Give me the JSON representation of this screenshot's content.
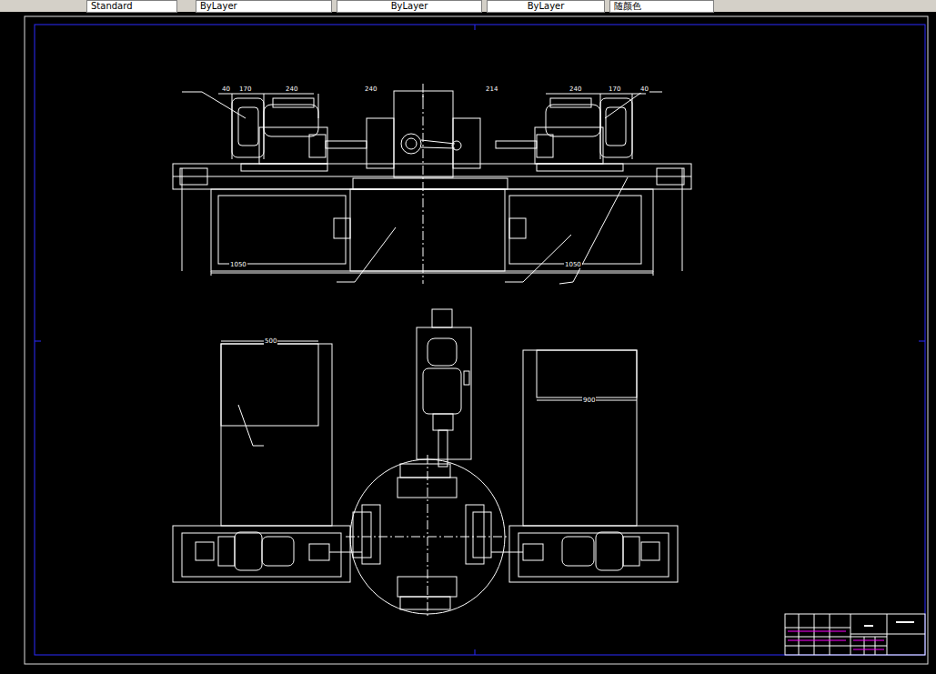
{
  "diagram": {
    "nodes": [
      {
        "text": [
          "Standard"
        ]
      },
      {
        "text": [
          "ByLayer"
        ]
      },
      {
        "text": [
          "ByLayer"
        ]
      },
      {
        "text": [
          "ByLayer"
        ]
      },
      {
        "text": [
          "随颜色"
        ]
      }
    ],
    "labels": [
      "40",
      "170",
      "240",
      "240",
      "214",
      "240",
      "170",
      "40",
      "1050",
      "1050",
      "500",
      "900"
    ]
  }
}
